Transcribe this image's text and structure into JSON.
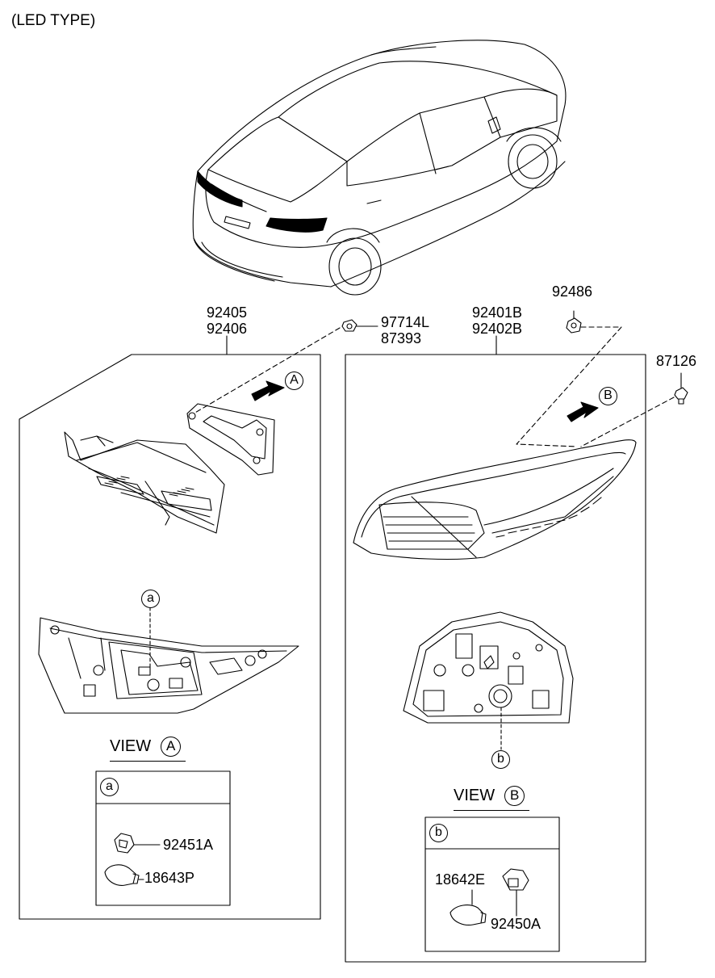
{
  "header": {
    "title": "(LED TYPE)"
  },
  "left_group": {
    "part_numbers": [
      "92405",
      "92406"
    ],
    "view": {
      "label": "VIEW",
      "marker": "A"
    },
    "callout_marker": "a",
    "detail": {
      "marker": "a",
      "parts": [
        "92451A",
        "18643P"
      ]
    }
  },
  "gasket_parts": [
    "97714L",
    "87393"
  ],
  "right_group": {
    "part_numbers": [
      "92401B",
      "92402B"
    ],
    "view": {
      "label": "VIEW",
      "marker": "B"
    },
    "callout_marker": "b",
    "detail": {
      "marker": "b",
      "parts": [
        "18642E",
        "92450A"
      ]
    }
  },
  "nut_part": "92486",
  "screw_part": "87126",
  "arrow_markers": {
    "left": "A",
    "right": "B"
  },
  "icons": {
    "vehicle": "sedan-rear-view-icon",
    "inner_lamp": "inner-tail-lamp-icon",
    "outer_lamp": "outer-tail-lamp-icon",
    "bulb": "bulb-icon",
    "socket": "bulb-socket-icon"
  }
}
